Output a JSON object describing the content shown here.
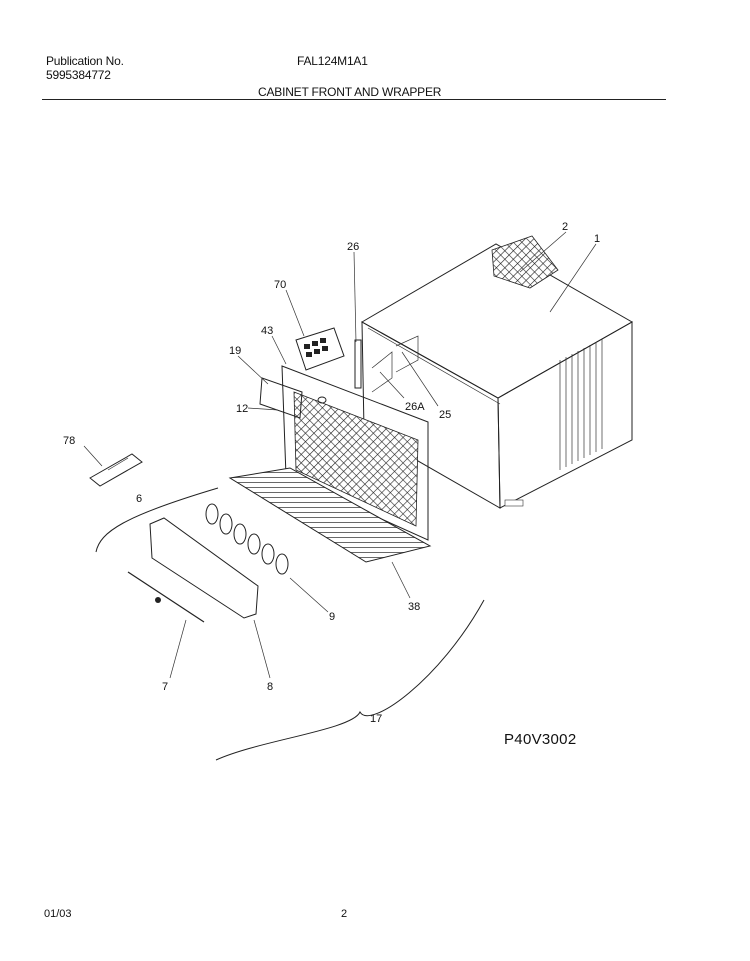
{
  "header": {
    "publication_label": "Publication No.",
    "publication_number": "5995384772",
    "model": "FAL124M1A1",
    "section_title": "CABINET FRONT AND WRAPPER"
  },
  "figure_code": "P40V3002",
  "footer": {
    "date": "01/03",
    "page": "2"
  },
  "callouts": [
    "1",
    "2",
    "26",
    "70",
    "43",
    "19",
    "12",
    "26A",
    "25",
    "78",
    "6",
    "9",
    "38",
    "7",
    "8",
    "17"
  ]
}
